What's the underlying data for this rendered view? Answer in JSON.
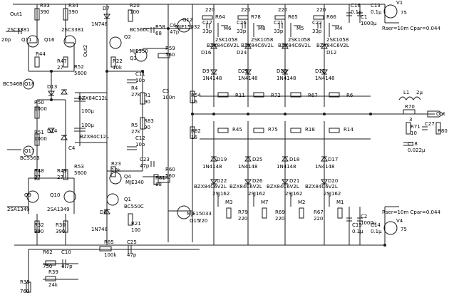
{
  "labels": [
    {
      "id": "r33",
      "text": "R33"
    },
    {
      "id": "r33v",
      "text": "390"
    },
    {
      "id": "r34",
      "text": "R34"
    },
    {
      "id": "r34v",
      "text": "390"
    },
    {
      "id": "out1",
      "text": "Out1"
    },
    {
      "id": "q11name",
      "text": "2SC3381"
    },
    {
      "id": "q16name",
      "text": "2SC3381"
    },
    {
      "id": "c20p",
      "text": "20p"
    },
    {
      "id": "q11",
      "text": "Q11"
    },
    {
      "id": "q16",
      "text": "Q16"
    },
    {
      "id": "r47",
      "text": "R47"
    },
    {
      "id": "r47v",
      "text": "27"
    },
    {
      "id": "r44",
      "text": "R44"
    },
    {
      "id": "bc546b",
      "text": "BC546B"
    },
    {
      "id": "q18",
      "text": "Q18"
    },
    {
      "id": "d13",
      "text": "D13"
    },
    {
      "id": "r50",
      "text": "R50"
    },
    {
      "id": "r50v",
      "text": "1000"
    },
    {
      "id": "d14",
      "text": "D14"
    },
    {
      "id": "r51",
      "text": "R51"
    },
    {
      "id": "r51v",
      "text": "1000"
    },
    {
      "id": "q17",
      "text": "Q17"
    },
    {
      "id": "bc556b",
      "text": "BC556B"
    },
    {
      "id": "c4",
      "text": "C4"
    },
    {
      "id": "r48",
      "text": "R48"
    },
    {
      "id": "r48v",
      "text": "27"
    },
    {
      "id": "r49",
      "text": "R49"
    },
    {
      "id": "r49v",
      "text": "27"
    },
    {
      "id": "q9",
      "text": "Q9"
    },
    {
      "id": "q10",
      "text": "Q10"
    },
    {
      "id": "q9name",
      "text": "2SA1349"
    },
    {
      "id": "q10name",
      "text": "2SA1349"
    },
    {
      "id": "r32",
      "text": "R32"
    },
    {
      "id": "r32v",
      "text": "390"
    },
    {
      "id": "r30",
      "text": "R30"
    },
    {
      "id": "r30v",
      "text": "390"
    },
    {
      "id": "r52",
      "text": "R52"
    },
    {
      "id": "r52v",
      "text": "5600"
    },
    {
      "id": "r53",
      "text": "R53"
    },
    {
      "id": "r53v",
      "text": "5600"
    },
    {
      "id": "bzx12a",
      "text": "BZX84C12L"
    },
    {
      "id": "c100a",
      "text": "100µ"
    },
    {
      "id": "c100b",
      "text": "100µ"
    },
    {
      "id": "bzx12b",
      "text": "BZX84C12L"
    },
    {
      "id": "out2",
      "text": "Out2"
    },
    {
      "id": "d7",
      "text": "D7"
    },
    {
      "id": "n1",
      "text": "1N748"
    },
    {
      "id": "r20",
      "text": "R20"
    },
    {
      "id": "r20v",
      "text": "100"
    },
    {
      "id": "bc560c",
      "text": "BC560C"
    },
    {
      "id": "q2",
      "text": "Q2"
    },
    {
      "id": "r58",
      "text": "R58"
    },
    {
      "id": "r58v",
      "text": "68"
    },
    {
      "id": "c6",
      "text": "C6"
    },
    {
      "id": "c6v",
      "text": "47p"
    },
    {
      "id": "mje350",
      "text": "MJE350"
    },
    {
      "id": "q3",
      "text": "Q3"
    },
    {
      "id": "r22",
      "text": "R22"
    },
    {
      "id": "r22v",
      "text": "10k"
    },
    {
      "id": "c11",
      "text": "C11"
    },
    {
      "id": "c11v",
      "text": "10p"
    },
    {
      "id": "r4",
      "text": "R4"
    },
    {
      "id": "r4v",
      "text": "27k"
    },
    {
      "id": "r59",
      "text": "R59"
    },
    {
      "id": "r59v",
      "text": "560"
    },
    {
      "id": "q12",
      "text": "Q12"
    },
    {
      "id": "mje15032",
      "text": "MJE15032"
    },
    {
      "id": "r1",
      "text": "R1"
    },
    {
      "id": "r1v",
      "text": "90"
    },
    {
      "id": "c3",
      "text": "C3"
    },
    {
      "id": "c3v",
      "text": "100n"
    },
    {
      "id": "r83",
      "text": "R83"
    },
    {
      "id": "r83v",
      "text": "90"
    },
    {
      "id": "r5",
      "text": "R5"
    },
    {
      "id": "r5v",
      "text": "27k"
    },
    {
      "id": "c12",
      "text": "C12"
    },
    {
      "id": "c12v",
      "text": "10p"
    },
    {
      "id": "r54",
      "text": "R54"
    },
    {
      "id": "r54v",
      "text": "16"
    },
    {
      "id": "r82",
      "text": "R82"
    },
    {
      "id": "r82v",
      "text": "16"
    },
    {
      "id": "c23",
      "text": "C23"
    },
    {
      "id": "c23v",
      "text": "47p"
    },
    {
      "id": "r23",
      "text": "R23"
    },
    {
      "id": "r23v",
      "text": "10k"
    },
    {
      "id": "q4",
      "text": "Q4"
    },
    {
      "id": "mje340",
      "text": "MJE340"
    },
    {
      "id": "r81",
      "text": "R81"
    },
    {
      "id": "r81v",
      "text": "68"
    },
    {
      "id": "r60",
      "text": "R60"
    },
    {
      "id": "r60v",
      "text": "560"
    },
    {
      "id": "q1",
      "text": "Q1"
    },
    {
      "id": "bc550c",
      "text": "BC550C"
    },
    {
      "id": "d8",
      "text": "D8"
    },
    {
      "id": "n2",
      "text": "1N748"
    },
    {
      "id": "r21",
      "text": "R21"
    },
    {
      "id": "r21v",
      "text": "100"
    },
    {
      "id": "mje15033",
      "text": "MJE15033"
    },
    {
      "id": "q15",
      "text": "Q15"
    },
    {
      "id": "r85",
      "text": "R85"
    },
    {
      "id": "r85v",
      "text": "100k"
    },
    {
      "id": "c25",
      "text": "C25"
    },
    {
      "id": "c25v",
      "text": "47p"
    },
    {
      "id": "r62",
      "text": "R62"
    },
    {
      "id": "r62v",
      "text": "750"
    },
    {
      "id": "c10",
      "text": "C10"
    },
    {
      "id": "c10v",
      "text": "4.7p"
    },
    {
      "id": "r39",
      "text": "R39"
    },
    {
      "id": "r39v",
      "text": "24k"
    },
    {
      "id": "r35",
      "text": "R35"
    },
    {
      "id": "r35v",
      "text": "760"
    },
    {
      "id": "t220a",
      "text": "220"
    },
    {
      "id": "r64",
      "text": "R64"
    },
    {
      "id": "t220b",
      "text": "220"
    },
    {
      "id": "r78",
      "text": "R78"
    },
    {
      "id": "t220c",
      "text": "220"
    },
    {
      "id": "r65",
      "text": "R65"
    },
    {
      "id": "t220d",
      "text": "220"
    },
    {
      "id": "r66",
      "text": "R66"
    },
    {
      "id": "c17",
      "text": "C17"
    },
    {
      "id": "c17v",
      "text": "33p"
    },
    {
      "id": "c26",
      "text": "C26"
    },
    {
      "id": "c26v",
      "text": "33p"
    },
    {
      "id": "c21",
      "text": "C21"
    },
    {
      "id": "c21v",
      "text": "33p"
    },
    {
      "id": "c22",
      "text": "C22"
    },
    {
      "id": "c22v",
      "text": "33p"
    },
    {
      "id": "m6",
      "text": "M6"
    },
    {
      "id": "m8",
      "text": "M8"
    },
    {
      "id": "m5",
      "text": "M5"
    },
    {
      "id": "m4",
      "text": "M4"
    },
    {
      "id": "sk1",
      "text": "2SK1058"
    },
    {
      "id": "sk2",
      "text": "2SK1058"
    },
    {
      "id": "sk3",
      "text": "2SK1058"
    },
    {
      "id": "sk4",
      "text": "2SK1058"
    },
    {
      "id": "bzx1",
      "text": "BZX84C6V2L"
    },
    {
      "id": "bzx2",
      "text": "BZX84C6V2L"
    },
    {
      "id": "bzx3",
      "text": "BZX84C6V2L"
    },
    {
      "id": "bzx4",
      "text": "BZX84C6V2L"
    },
    {
      "id": "d16",
      "text": "D16"
    },
    {
      "id": "d24",
      "text": "D24"
    },
    {
      "id": "d12",
      "text": "D12"
    },
    {
      "id": "d9",
      "text": "D9"
    },
    {
      "id": "d23",
      "text": "D23"
    },
    {
      "id": "d10",
      "text": "D10"
    },
    {
      "id": "d11",
      "text": "D11"
    },
    {
      "id": "n4148a",
      "text": "1N4148"
    },
    {
      "id": "n4148b",
      "text": "1N4148"
    },
    {
      "id": "n4148c",
      "text": "1N4148"
    },
    {
      "id": "n4148d",
      "text": "1N4148"
    },
    {
      "id": "r11",
      "text": "R11"
    },
    {
      "id": "r72",
      "text": "R72"
    },
    {
      "id": "r67",
      "text": "R67"
    },
    {
      "id": "r6",
      "text": "R6"
    },
    {
      "id": "r45",
      "text": "R45"
    },
    {
      "id": "r75",
      "text": "R75"
    },
    {
      "id": "r18",
      "text": "R18"
    },
    {
      "id": "r14",
      "text": "R14"
    },
    {
      "id": "d19",
      "text": "D19"
    },
    {
      "id": "d25",
      "text": "D25"
    },
    {
      "id": "d18",
      "text": "D18"
    },
    {
      "id": "d17",
      "text": "D17"
    },
    {
      "id": "n4148e",
      "text": "1N4148"
    },
    {
      "id": "n4148f",
      "text": "1N4148"
    },
    {
      "id": "n4148g",
      "text": "1N4148"
    },
    {
      "id": "n4148h",
      "text": "1N4148"
    },
    {
      "id": "d22",
      "text": "D22"
    },
    {
      "id": "d26",
      "text": "D26"
    },
    {
      "id": "d21",
      "text": "D21"
    },
    {
      "id": "d20",
      "text": "D20"
    },
    {
      "id": "bzx5",
      "text": "BZX84C6V2L"
    },
    {
      "id": "bzx6",
      "text": "BZX84C6V2L"
    },
    {
      "id": "bzx7",
      "text": "BZX84C6V2L"
    },
    {
      "id": "bzx8",
      "text": "BZX84C6V2L"
    },
    {
      "id": "sj1",
      "text": "2SJ162"
    },
    {
      "id": "sj2",
      "text": "2SJ162"
    },
    {
      "id": "sj3",
      "text": "2SJ162"
    },
    {
      "id": "sj4",
      "text": "2SJ162"
    },
    {
      "id": "m3",
      "text": "M3"
    },
    {
      "id": "m7",
      "text": "M7"
    },
    {
      "id": "m2",
      "text": "M2"
    },
    {
      "id": "m1",
      "text": "M1"
    },
    {
      "id": "r79",
      "text": "R79"
    },
    {
      "id": "r79v",
      "text": "220"
    },
    {
      "id": "r69",
      "text": "R69"
    },
    {
      "id": "r69v",
      "text": "220"
    },
    {
      "id": "r67b",
      "text": "R67"
    },
    {
      "id": "r67bv",
      "text": "220"
    },
    {
      "id": "t220e",
      "text": "220"
    },
    {
      "id": "c16",
      "text": "C16"
    },
    {
      "id": "c16v",
      "text": "0.1µ"
    },
    {
      "id": "c1",
      "text": "C1"
    },
    {
      "id": "c1v",
      "text": "1000µ"
    },
    {
      "id": "c13",
      "text": "C13"
    },
    {
      "id": "c13v",
      "text": "0.1µ"
    },
    {
      "id": "v1",
      "text": "V1"
    },
    {
      "id": "v1v",
      "text": "75"
    },
    {
      "id": "rser1",
      "text": "Rser=10m Cpar=0.044"
    },
    {
      "id": "l1",
      "text": "L1"
    },
    {
      "id": "l1v",
      "text": "2µ"
    },
    {
      "id": "r70",
      "text": "R70"
    },
    {
      "id": "r70v",
      "text": "3"
    },
    {
      "id": "r71",
      "text": "R71"
    },
    {
      "id": "r71v",
      "text": "10"
    },
    {
      "id": "c18",
      "text": "C18"
    },
    {
      "id": "c18v",
      "text": "0.022µ"
    },
    {
      "id": "c27",
      "text": "C27"
    },
    {
      "id": "r80",
      "text": "R80"
    },
    {
      "id": "out",
      "text": "Out"
    },
    {
      "id": "rser2",
      "text": "Rser=10m Cpar=0.044"
    },
    {
      "id": "c15",
      "text": "C15"
    },
    {
      "id": "c15v",
      "text": "0.1µ"
    },
    {
      "id": "c2",
      "text": "C2"
    },
    {
      "id": "c2v",
      "text": "1000µ"
    },
    {
      "id": "c14",
      "text": "C14"
    },
    {
      "id": "c14v",
      "text": "0.1µ"
    },
    {
      "id": "v4",
      "text": "V4"
    },
    {
      "id": "v4v",
      "text": "75"
    }
  ]
}
